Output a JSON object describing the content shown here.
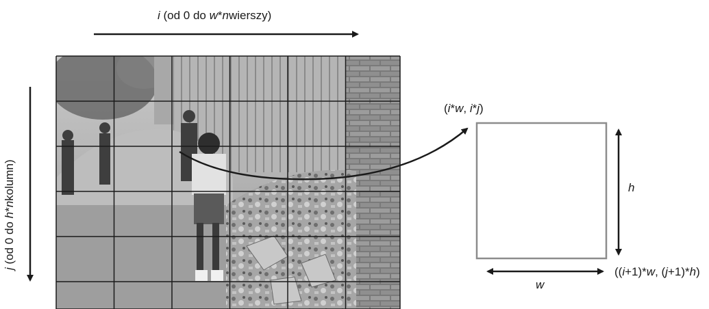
{
  "labels": {
    "top_axis": {
      "prefix": "i",
      "text1": " (od 0 do ",
      "var": "w",
      "text2": "*",
      "var2": "n",
      "text3": "wierszy)"
    },
    "side_axis": {
      "prefix": "j",
      "text1": " (od 0 do ",
      "var": "h",
      "text2": "*",
      "var2": "n",
      "text3": "kolumn)"
    },
    "corner_top_left": {
      "open": "(",
      "a": "i",
      "mid1": "*",
      "b": "w",
      "sep": ", ",
      "c": "i",
      "mid2": "*",
      "d": "j",
      "close": ")"
    },
    "corner_bottom_right": {
      "open": "((",
      "a": "i",
      "mid1": "+1)*",
      "b": "w",
      "sep": ", (",
      "c": "j",
      "mid2": "+1)*",
      "d": "h",
      "close": ")"
    },
    "height": "h",
    "width": "w"
  },
  "grid": {
    "columns": 6,
    "rows": 6
  },
  "colors": {
    "line": "#1a1a1a",
    "rect_stroke": "#8c8c8c"
  }
}
